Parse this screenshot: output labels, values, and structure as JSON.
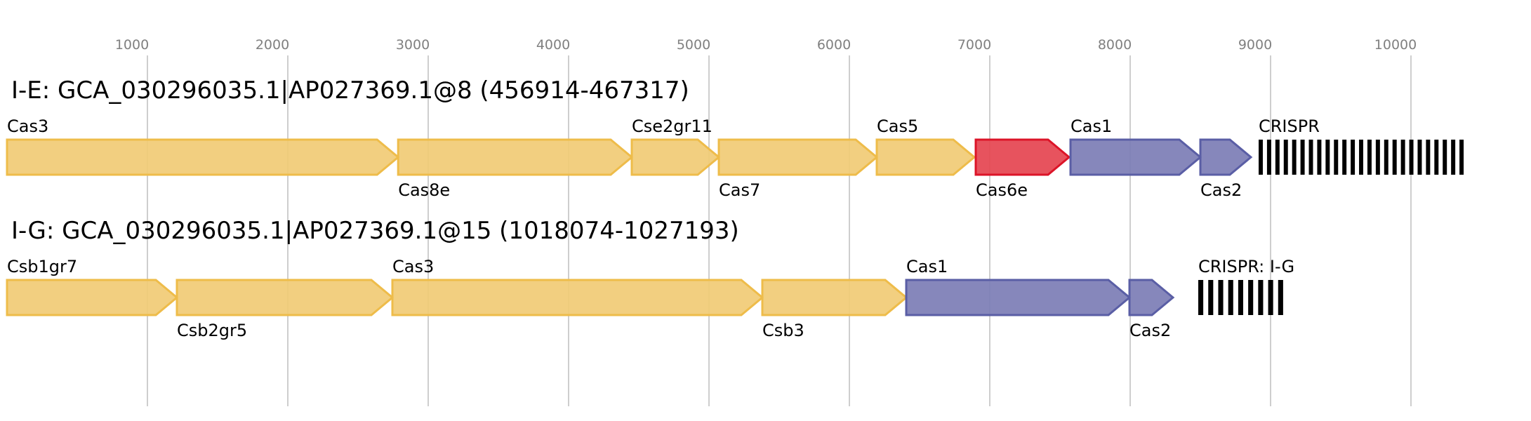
{
  "chart_data": {
    "type": "gene-map",
    "axis": {
      "ticks": [
        1000,
        2000,
        3000,
        4000,
        5000,
        6000,
        7000,
        8000,
        9000,
        10000
      ],
      "tick_labels": [
        "1000",
        "2000",
        "3000",
        "4000",
        "5000",
        "6000",
        "7000",
        "8000",
        "9000",
        "10000"
      ],
      "grid": true
    },
    "colors": {
      "yellow_fill": "#f1cb75",
      "yellow_stroke": "#eebc4a",
      "red_fill": "#e54450",
      "red_stroke": "#dc1428",
      "blue_fill": "#7c7db5",
      "blue_stroke": "#5a5ea5",
      "crispr": "#000000"
    },
    "loci": [
      {
        "title": "I-E: GCA_030296035.1|AP027369.1@8 (456914-467317)",
        "genes": [
          {
            "label": "Cas3",
            "start": 0,
            "end": 2786,
            "color": "yellow"
          },
          {
            "label": "Cas8e",
            "start": 2786,
            "end": 4450,
            "color": "yellow"
          },
          {
            "label": "Cse2gr11",
            "start": 4450,
            "end": 5070,
            "color": "yellow"
          },
          {
            "label": "Cas7",
            "start": 5070,
            "end": 6195,
            "color": "yellow"
          },
          {
            "label": "Cas5",
            "start": 6195,
            "end": 6890,
            "color": "yellow"
          },
          {
            "label": "Cas6e",
            "start": 6900,
            "end": 7565,
            "color": "red"
          },
          {
            "label": "Cas1",
            "start": 7575,
            "end": 8500,
            "color": "blue"
          },
          {
            "label": "Cas2",
            "start": 8500,
            "end": 8860,
            "color": "blue"
          }
        ],
        "crispr": {
          "label": "CRISPR",
          "start": 8915,
          "end": 10405,
          "repeats": 25
        }
      },
      {
        "title": "I-G: GCA_030296035.1|AP027369.1@15 (1018074-1027193)",
        "genes": [
          {
            "label": "Csb1gr7",
            "start": 0,
            "end": 1210,
            "color": "yellow"
          },
          {
            "label": "Csb2gr5",
            "start": 1210,
            "end": 2745,
            "color": "yellow"
          },
          {
            "label": "Cas3",
            "start": 2745,
            "end": 5380,
            "color": "yellow"
          },
          {
            "label": "Csb3",
            "start": 5380,
            "end": 6405,
            "color": "yellow"
          },
          {
            "label": "Cas1",
            "start": 6405,
            "end": 7995,
            "color": "blue"
          },
          {
            "label": "Cas2",
            "start": 7995,
            "end": 8305,
            "color": "blue"
          }
        ],
        "crispr": {
          "label": "CRISPR: I-G",
          "start": 8485,
          "end": 9125,
          "repeats": 9
        }
      }
    ]
  }
}
